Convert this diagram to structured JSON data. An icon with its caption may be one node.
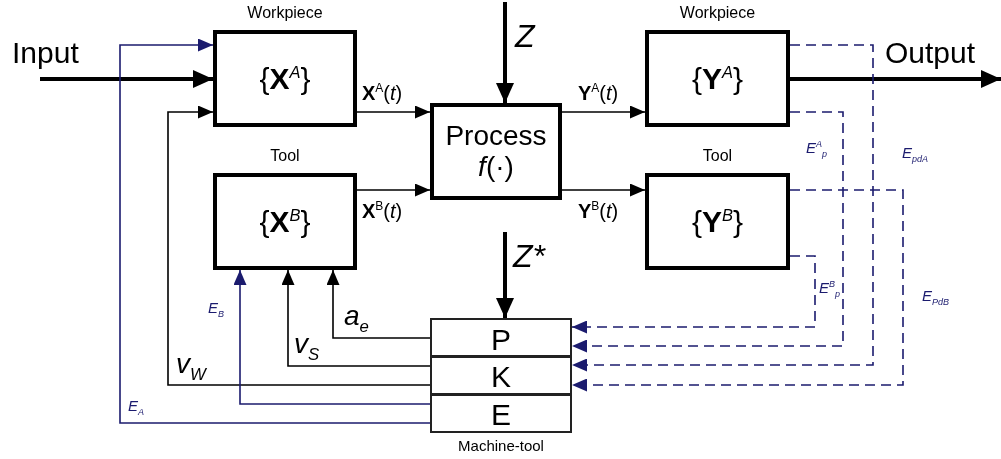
{
  "diagram": {
    "nodes": [
      {
        "text": [
          "Workpiece",
          "{**X**$^{A}$}"
        ]
      },
      {
        "text": [
          "Tool",
          "{**X**$^{B}$}"
        ]
      },
      {
        "text": [
          "Process *f*(·)"
        ]
      },
      {
        "text": [
          "Workpiece",
          "{**Y**$^{A}$}"
        ]
      },
      {
        "text": [
          "Tool",
          "{**Y**$^{B}$}"
        ]
      },
      {
        "text": [
          "Machine-tool"
        ]
      },
      {
        "text": [
          "P"
        ],
        "in": 5
      },
      {
        "text": [
          "K"
        ],
        "in": 5
      },
      {
        "text": [
          "E"
        ],
        "in": 5
      }
    ],
    "edges": [
      {
        "from": null,
        "to": 0,
        "arrow": "to",
        "label": "Input",
        "style": "thick"
      },
      {
        "from": null,
        "to": 2,
        "arrow": "to",
        "label": "Z",
        "style": "thick"
      },
      {
        "from": 0,
        "to": 2,
        "arrow": "to",
        "label": "**X**$^{A}$(*t*)"
      },
      {
        "from": 1,
        "to": 2,
        "arrow": "to",
        "label": "**X**$^{B}$(*t*)"
      },
      {
        "from": 2,
        "to": 3,
        "arrow": "to",
        "label": "**Y**$^{A}$(*t*)"
      },
      {
        "from": 2,
        "to": 4,
        "arrow": "to",
        "label": "**Y**$^{B}$(*t*)"
      },
      {
        "from": 3,
        "to": null,
        "arrow": "to",
        "label": "Output",
        "style": "thick"
      },
      {
        "from": null,
        "to": 6,
        "arrow": "to",
        "label": "Z*",
        "style": "thick"
      },
      {
        "from": 6,
        "to": 1,
        "arrow": "to",
        "label": "a$_{e}$"
      },
      {
        "from": 7,
        "to": 1,
        "arrow": "to",
        "label": "v$_{S}$"
      },
      {
        "from": 7,
        "to": 0,
        "arrow": "to",
        "label": "v$_{W}$"
      },
      {
        "from": 8,
        "to": 1,
        "arrow": "to",
        "label": "E$_{B}$",
        "color": "#1b1b6e"
      },
      {
        "from": 8,
        "to": 0,
        "arrow": "to",
        "label": "E$_{A}$",
        "color": "#1b1b6e"
      },
      {
        "from": 4,
        "to": 6,
        "arrow": "to",
        "label": "E$^{B}$$_{p}$",
        "style": "dashed",
        "color": "#1b1b6e"
      },
      {
        "from": 3,
        "to": 6,
        "arrow": "to",
        "label": "E$^{A}$$_{p}$",
        "style": "dashed",
        "color": "#1b1b6e"
      },
      {
        "from": 3,
        "to": 7,
        "arrow": "to",
        "label": "E$_{pdA}$",
        "style": "dashed",
        "color": "#1b1b6e"
      },
      {
        "from": 4,
        "to": 7,
        "arrow": "to",
        "label": "E$_{PdB}$",
        "style": "dashed",
        "color": "#1b1b6e"
      }
    ]
  }
}
